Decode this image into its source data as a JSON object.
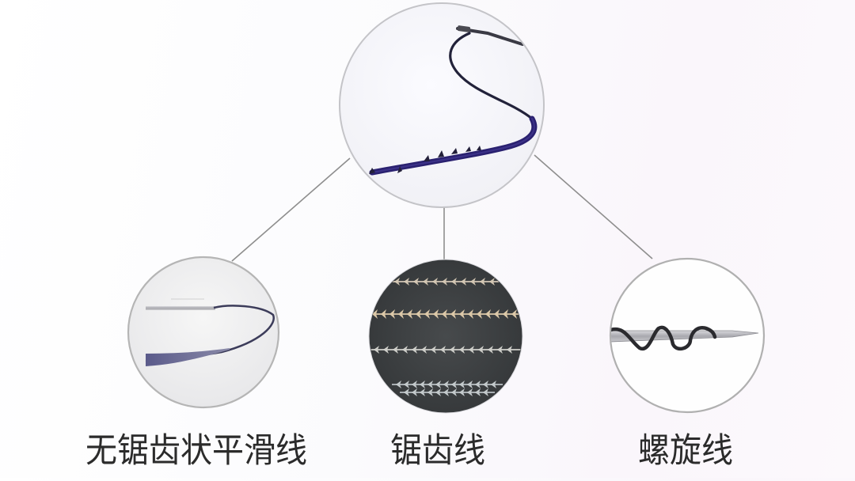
{
  "diagram": {
    "type": "hierarchy",
    "root": {
      "name": "thread-overview",
      "image": "purple-barbed-thread-closeup"
    },
    "children": [
      {
        "key": "left",
        "label": "无锯齿状平滑线",
        "image": "smooth-thread-with-needle"
      },
      {
        "key": "mid",
        "label": "锯齿线",
        "image": "barbed-thread-rows"
      },
      {
        "key": "right",
        "label": "螺旋线",
        "image": "spiral-thread-around-needle"
      }
    ],
    "connectors": [
      "root-to-left",
      "root-to-mid",
      "root-to-right"
    ]
  },
  "labels": {
    "left": "无锯齿状平滑线",
    "mid": "锯齿线",
    "right": "螺旋线"
  },
  "colors": {
    "circle_border": "#b5b5b5",
    "connector": "#8e8e8e",
    "thread_purple": "#2a2170",
    "barbed_bg": "#3e4143",
    "barb_gold": "#c9b79a",
    "label_text": "#2b2b2b"
  }
}
